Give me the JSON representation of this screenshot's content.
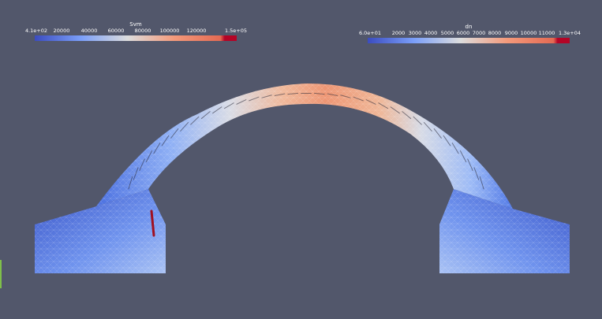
{
  "colors": {
    "background": "#52576b",
    "cmap_low": "#3b4cc0",
    "cmap_mid": "#dddddd",
    "cmap_high": "#b40426",
    "crack": "#a01020",
    "left_edge_mark": "#7fbf4a"
  },
  "colorbars": [
    {
      "title": "Svm",
      "labels": [
        "4.1e+02",
        "20000",
        "40000",
        "60000",
        "80000",
        "100000",
        "120000",
        "1.5e+05"
      ]
    },
    {
      "title": "dn",
      "labels": [
        "6.0e+01",
        "2000",
        "3000",
        "4000",
        "5000",
        "6000",
        "7000",
        "8000",
        "9000",
        "10000",
        "11000",
        "1.3e+04"
      ]
    }
  ]
}
